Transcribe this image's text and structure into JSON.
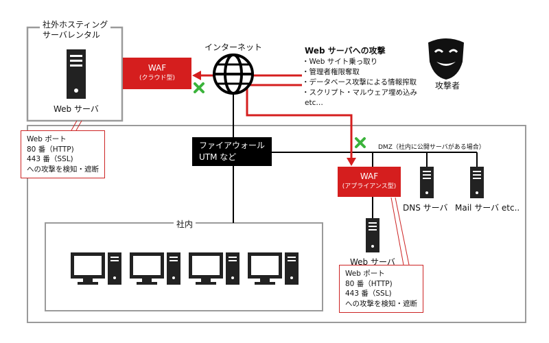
{
  "hosting": {
    "title_line1": "社外ホスティング",
    "title_line2": "サーバレンタル",
    "server_label": "Web サーバ"
  },
  "internet": {
    "label": "インターネット"
  },
  "waf_cloud": {
    "label": "WAF",
    "sub": "(クラウド型)"
  },
  "waf_appliance": {
    "label": "WAF",
    "sub": "(アプライアンス型)"
  },
  "firewall": {
    "line1": "ファイアウォール",
    "line2": "UTM など"
  },
  "dmz": {
    "label": "DMZ（社内に公開サーバがある場合）"
  },
  "attacks": {
    "title": "Web サーバへの攻撃",
    "items": [
      "・Web サイト乗っ取り",
      "・管理者権限奪取",
      "・データベース攻撃による情報搾取",
      "・スクリプト・マルウェア埋め込み",
      "etc…"
    ]
  },
  "attacker": {
    "label": "攻撃者"
  },
  "callout_top": {
    "lines": [
      "Web ポート",
      "80 番（HTTP)",
      "443 番（SSL)",
      "への攻撃を検知・遮断"
    ]
  },
  "callout_bottom": {
    "lines": [
      "Web ポート",
      "80 番（HTTP)",
      "443 番（SSL)",
      "への攻撃を検知・遮断"
    ]
  },
  "servers": {
    "dns": "DNS サーバ",
    "mail": "Mail サーバ etc..",
    "web": "Web サーバ"
  },
  "internal": {
    "label": "社内"
  },
  "colors": {
    "red": "#d51e1e",
    "gray": "#999999",
    "dark": "#333333"
  }
}
